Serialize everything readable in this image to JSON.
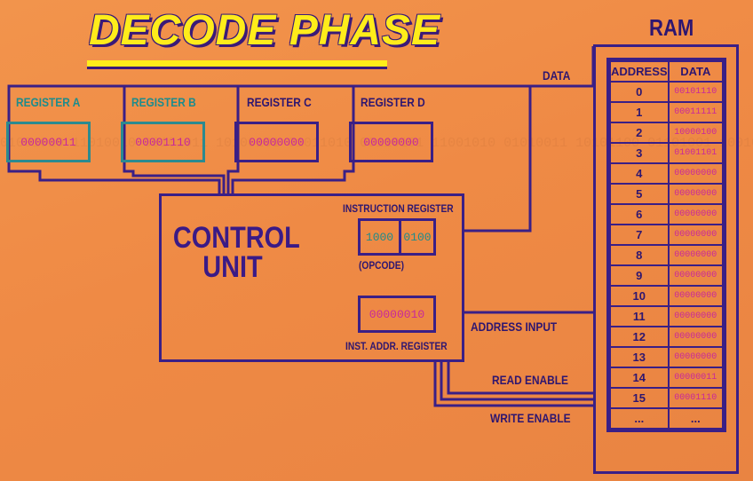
{
  "title": "DECODE PHASE",
  "registers": [
    {
      "name": "REGISTER A",
      "value": "00000011"
    },
    {
      "name": "REGISTER B",
      "value": "00001110"
    },
    {
      "name": "REGISTER C",
      "value": "00000000"
    },
    {
      "name": "REGISTER D",
      "value": "00000000"
    }
  ],
  "control_unit": {
    "title_line1": "CONTROL",
    "title_line2": "UNIT",
    "instruction_register_label": "INSTRUCTION REGISTER",
    "opcode": "1000",
    "operand": "0100",
    "opcode_label": "(OPCODE)",
    "inst_addr_value": "00000010",
    "inst_addr_label": "INST. ADDR. REGISTER"
  },
  "bus_labels": {
    "data": "DATA",
    "address_input": "ADDRESS INPUT",
    "read_enable": "READ ENABLE",
    "write_enable": "WRITE ENABLE"
  },
  "ram": {
    "title": "RAM",
    "headers": [
      "ADDRESS",
      "DATA"
    ],
    "rows": [
      {
        "address": "0",
        "data": "00101110"
      },
      {
        "address": "1",
        "data": "00011111"
      },
      {
        "address": "2",
        "data": "10000100"
      },
      {
        "address": "3",
        "data": "01001101"
      },
      {
        "address": "4",
        "data": "00000000"
      },
      {
        "address": "5",
        "data": "00000000"
      },
      {
        "address": "6",
        "data": "00000000"
      },
      {
        "address": "7",
        "data": "00000000"
      },
      {
        "address": "8",
        "data": "00000000"
      },
      {
        "address": "9",
        "data": "00000000"
      },
      {
        "address": "10",
        "data": "00000000"
      },
      {
        "address": "11",
        "data": "00000000"
      },
      {
        "address": "12",
        "data": "00000000"
      },
      {
        "address": "13",
        "data": "00000000"
      },
      {
        "address": "14",
        "data": "00000011"
      },
      {
        "address": "15",
        "data": "00001110"
      },
      {
        "address": "...",
        "data": "..."
      }
    ]
  },
  "colors": {
    "background": "#ef8a45",
    "wire": "#3a1f86",
    "title": "#ffec1a",
    "teal": "#1e8c8c",
    "binary": "#c8289b"
  }
}
